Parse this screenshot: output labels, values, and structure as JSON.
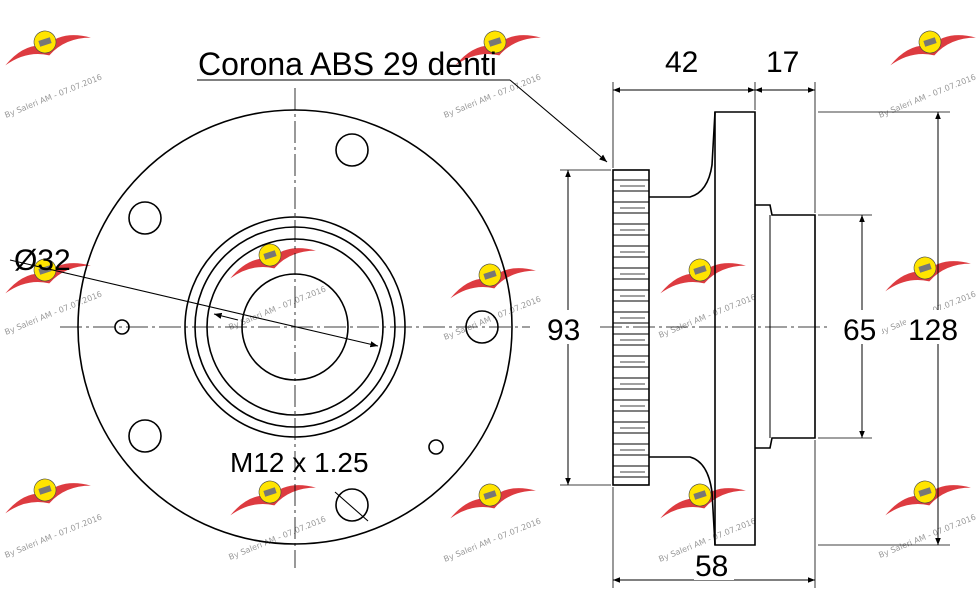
{
  "drawing": {
    "abs_ring_note": "Corona ABS 29 denti",
    "diameter_label": "Ø32",
    "thread_label": "M12 x 1.25",
    "dimensions": {
      "width_hub": "42",
      "width_flange": "17",
      "total_length": "58",
      "abs_diameter": "93",
      "pilot_diameter": "65",
      "flange_diameter": "128"
    }
  },
  "watermark": {
    "text": "By Saleri AM - 07.07.2016"
  },
  "colors": {
    "line": "#000000",
    "watermark_logo": "#d9262b",
    "watermark_badge": "#ffe400",
    "watermark_text": "#9a9a9a"
  }
}
